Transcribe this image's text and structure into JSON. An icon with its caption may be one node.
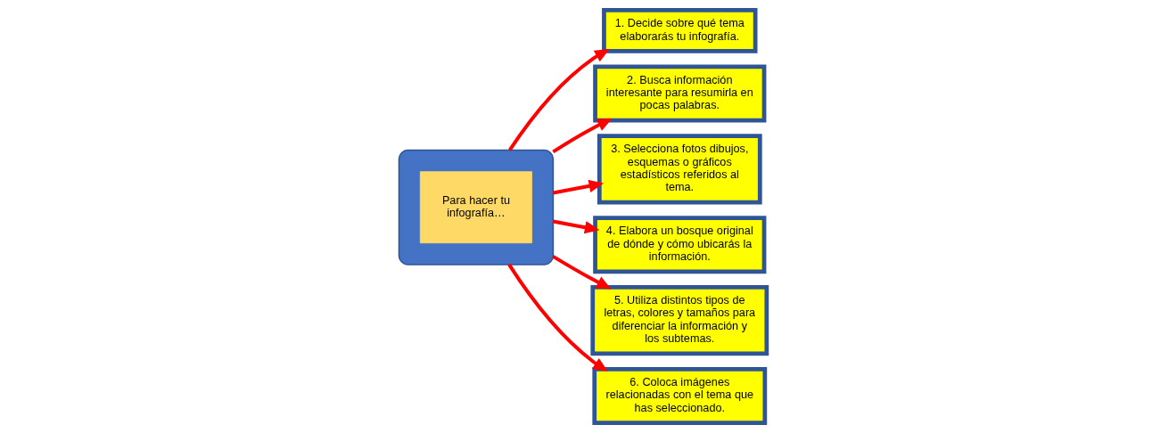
{
  "diagram": {
    "nodes": [
      {
        "text": [],
        "shape": "ellipse"
      },
      {
        "text": [
          "Para hacer tu infografía…"
        ],
        "in": 0
      },
      {
        "text": [
          "1. Decide sobre qué tema elaborarás tu infografía."
        ]
      },
      {
        "text": [
          "2. Busca información interesante para resumirla en pocas palabras."
        ]
      },
      {
        "text": [
          "3. Selecciona fotos dibujos, esquemas o gráficos estadísticos referidos al tema."
        ]
      },
      {
        "text": [
          "4. Elabora un bosque original de dónde y cómo ubicarás la información."
        ]
      },
      {
        "text": [
          "5. Utiliza distintos tipos de letras, colores y tamaños para diferenciar la información y los subtemas."
        ]
      },
      {
        "text": [
          "6. Coloca imágenes relacionadas con el tema que has seleccionado."
        ]
      }
    ],
    "edges": [
      {
        "from": 0,
        "to": 2,
        "arrow": "to"
      },
      {
        "from": 0,
        "to": 3,
        "arrow": "to"
      },
      {
        "from": 0,
        "to": 4,
        "arrow": "to"
      },
      {
        "from": 0,
        "to": 5,
        "arrow": "to"
      },
      {
        "from": 0,
        "to": 6,
        "arrow": "to"
      },
      {
        "from": 0,
        "to": 7,
        "arrow": "to"
      }
    ]
  }
}
